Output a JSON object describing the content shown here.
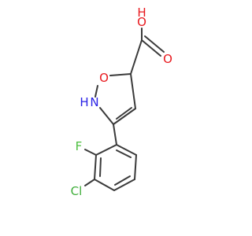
{
  "molecule": {
    "atoms": {
      "hydroxyl_oxygen": {
        "text": "O",
        "color": "#e8191e"
      },
      "hydroxyl_hydrogen": {
        "text": "H",
        "color": "#e8191e"
      },
      "carbonyl_oxygen": {
        "text": "O",
        "color": "#e8191e"
      },
      "ring_oxygen": {
        "text": "O",
        "color": "#e8191e"
      },
      "ring_nitrogen": {
        "text": "N",
        "color": "#2a22e6"
      },
      "nitrogen_hydrogen": {
        "text": "H",
        "color": "#2a22e6"
      },
      "fluorine": {
        "text": "F",
        "color": "#4bbf3e"
      },
      "chlorine": {
        "text": "Cl",
        "color": "#3fae3a"
      }
    },
    "bond_color": "#3a3a3a"
  }
}
